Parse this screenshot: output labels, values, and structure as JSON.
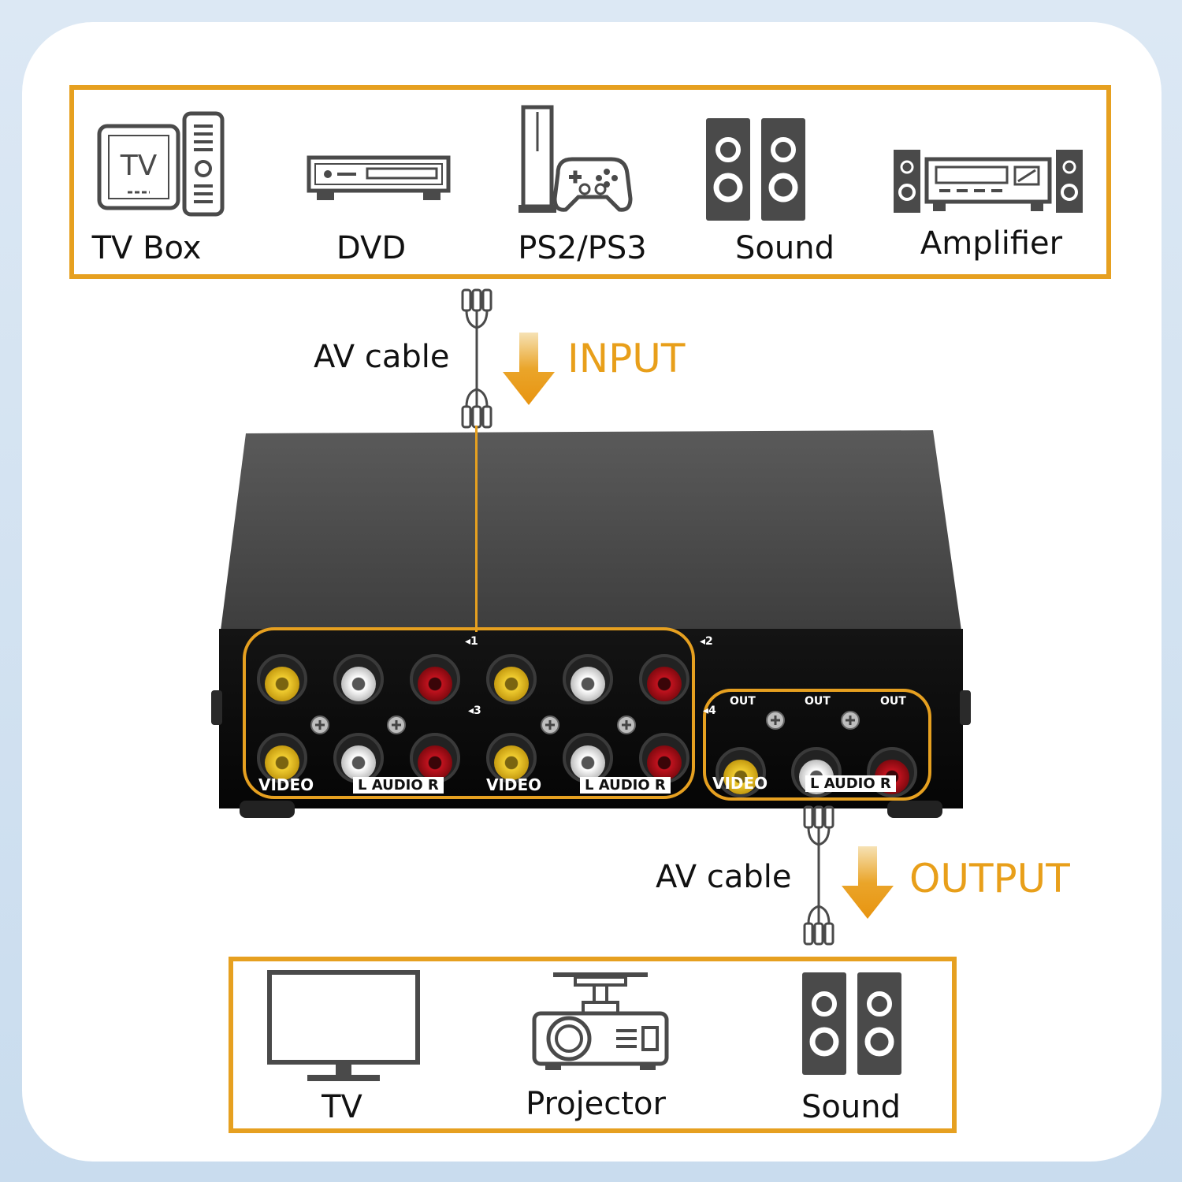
{
  "inputs": {
    "devices": [
      {
        "label": "TV Box",
        "icon": "tv-box-icon"
      },
      {
        "label": "DVD",
        "icon": "dvd-player-icon"
      },
      {
        "label": "PS2/PS3",
        "icon": "game-console-icon"
      },
      {
        "label": "Sound",
        "icon": "speakers-icon"
      },
      {
        "label": "Amplifier",
        "icon": "amplifier-icon"
      }
    ],
    "tv_icon_text": "TV"
  },
  "input_flow": {
    "cable_label": "AV cable",
    "direction_label": "INPUT"
  },
  "switch": {
    "input_numbers": [
      "1",
      "2",
      "3",
      "4"
    ],
    "video_label": "VIDEO",
    "audio_label": "L  AUDIO  R",
    "out_label": "OUT"
  },
  "output_flow": {
    "cable_label": "AV cable",
    "direction_label": "OUTPUT"
  },
  "outputs": {
    "devices": [
      {
        "label": "TV",
        "icon": "tv-icon"
      },
      {
        "label": "Projector",
        "icon": "projector-icon"
      },
      {
        "label": "Sound",
        "icon": "speakers-icon"
      }
    ]
  },
  "colors": {
    "accent": "#e6a020",
    "video_jack": "#e8c22a",
    "audio_left_jack": "#f0f0f0",
    "audio_right_jack": "#c0121e",
    "device_body": "#4a4a4a"
  }
}
